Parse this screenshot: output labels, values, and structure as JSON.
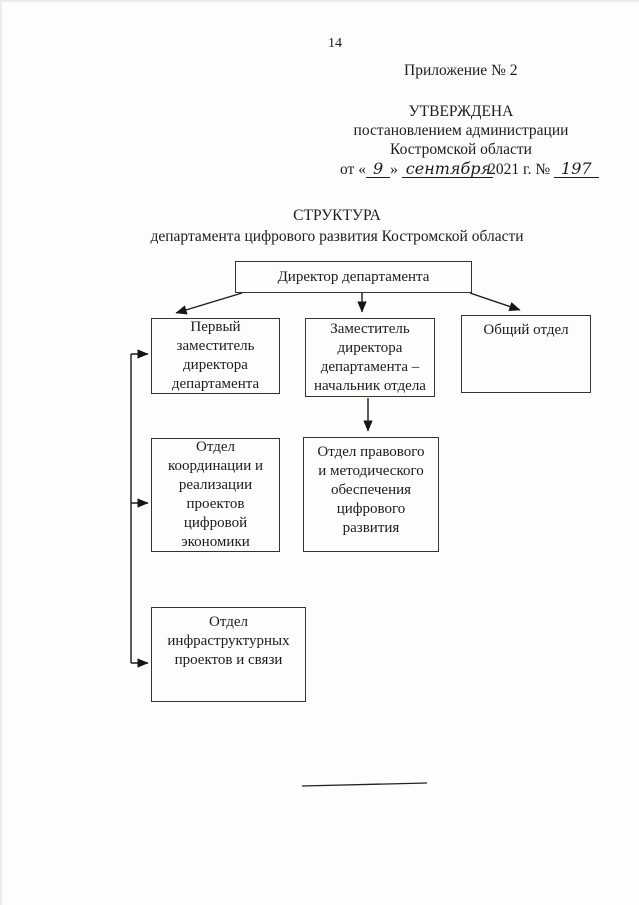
{
  "page": {
    "number": "14"
  },
  "header": {
    "appendix": "Приложение № 2",
    "approved": "УТВЕРЖДЕНА",
    "approved_by_line1": "постановлением администрации",
    "approved_by_line2": "Костромской области",
    "date": {
      "prefix": "от «",
      "day": "9",
      "close_quote": "»",
      "month": "сентября",
      "year_suffix": "2021 г. №",
      "doc_number": "197"
    }
  },
  "title": {
    "line1": "СТРУКТУРА",
    "line2": "департамента цифрового развития Костромской области"
  },
  "org_chart": {
    "nodes": {
      "director": "Директор департамента",
      "first_deputy": "Первый\nзаместитель\nдиректора\nдепартамента",
      "deputy_head": "Заместитель\nдиректора\nдепартамента –\nначальник отдела",
      "general_department": "Общий отдел",
      "coordination_department": "Отдел\nкоординации и\nреализации\nпроектов\nцифровой\nэкономики",
      "legal_department": "Отдел правового\nи методического\nобеспечения\nцифрового\nразвития",
      "infrastructure_department": "Отдел\nинфраструктурных\nпроектов и связи"
    }
  },
  "colors": {
    "ink": "#1c1c1c",
    "box_border": "#333330",
    "paper": "#fdfdfc"
  }
}
